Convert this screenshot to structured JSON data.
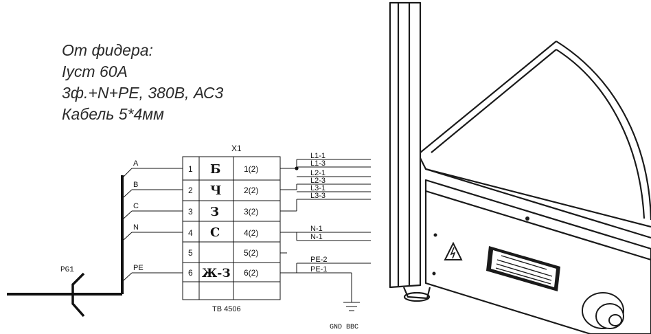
{
  "spec": {
    "line1": "От фидера:",
    "line2": "Iуст  60А",
    "line3": "3ф.+N+PE, 380В, АС3",
    "line4": "Кабель 5*4мм"
  },
  "terminal_block": {
    "title": "X1",
    "model": "TB 4506",
    "rows": [
      {
        "n": "1",
        "mark": "Б",
        "out": "1(2)"
      },
      {
        "n": "2",
        "mark": "Ч",
        "out": "2(2)"
      },
      {
        "n": "3",
        "mark": "З",
        "out": "3(2)"
      },
      {
        "n": "4",
        "mark": "С",
        "out": "4(2)"
      },
      {
        "n": "5",
        "mark": "",
        "out": "5(2)"
      },
      {
        "n": "6",
        "mark": "Ж-З",
        "out": "6(2)"
      }
    ]
  },
  "inputs": [
    "A",
    "B",
    "C",
    "N",
    "PE"
  ],
  "cable_gland": "PG1",
  "outputs": {
    "L1_1": "L1-1",
    "L1_3": "L1-3",
    "L2_1": "L2-1",
    "L2_3": "L2-3",
    "L3_1": "L3-1",
    "L3_3": "L3-3",
    "N_1a": "N-1",
    "N_1b": "N-1",
    "PE_2": "PE-2",
    "PE_1": "PE-1"
  },
  "ground_label": "GND BBC",
  "colors": {
    "line": "#111111",
    "spec_text": "#2a2a2a",
    "enclosure": "#1a1a1a"
  }
}
